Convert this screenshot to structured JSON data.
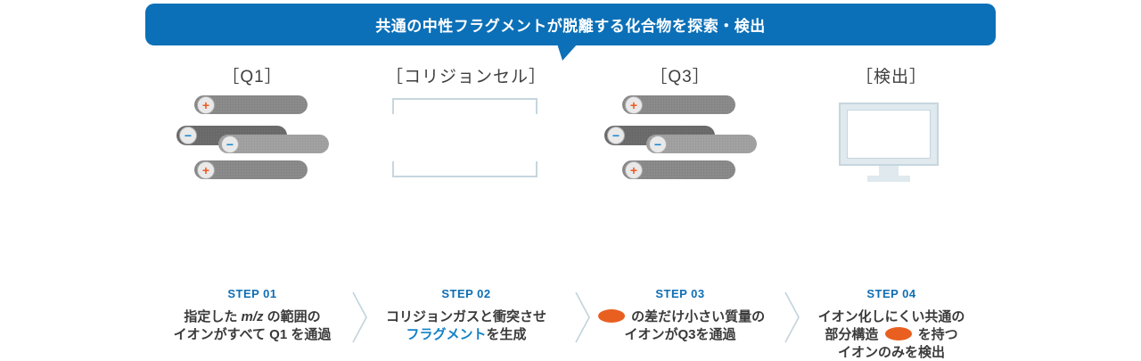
{
  "colors": {
    "banner-blue": "#0b70b8",
    "step-blue": "#0f6eb4",
    "accent-blue": "#1482c8",
    "orange": "#e95f20",
    "minus-blue": "#1787cd",
    "plus-orange": "#f0591f",
    "outline": "#c6d6de"
  },
  "banner": {
    "title": "共通の中性フラグメントが脱離する化合物を探索・検出"
  },
  "sections": [
    {
      "title": "［Q1］"
    },
    {
      "title": "［コリジョンセル］"
    },
    {
      "title": "［Q3］"
    },
    {
      "title": "［検出］"
    }
  ],
  "symbols": {
    "plus": "+",
    "minus": "−"
  },
  "steps": [
    {
      "label": "STEP 01",
      "lines": [
        [
          {
            "t": "指定した "
          },
          {
            "t": "m/z",
            "style": "italic"
          },
          {
            "t": " の範囲の"
          }
        ],
        [
          {
            "t": "イオンがすべて Q1 を通過"
          }
        ]
      ]
    },
    {
      "label": "STEP 02",
      "lines": [
        [
          {
            "t": "コリジョンガスと衝突させ"
          }
        ],
        [
          {
            "t": "フラグメント",
            "style": "accent"
          },
          {
            "t": "を生成"
          }
        ]
      ]
    },
    {
      "label": "STEP 03",
      "lines": [
        [
          {
            "style": "ellipse"
          },
          {
            "t": " の差だけ小さい質量の"
          }
        ],
        [
          {
            "t": "イオンがQ3を通過"
          }
        ]
      ]
    },
    {
      "label": "STEP 04",
      "lines": [
        [
          {
            "t": "イオン化しにくい共通の"
          }
        ],
        [
          {
            "t": "部分構造 "
          },
          {
            "style": "ellipse"
          },
          {
            "t": " を持つ"
          }
        ],
        [
          {
            "t": "イオンのみを検出"
          }
        ]
      ]
    }
  ]
}
